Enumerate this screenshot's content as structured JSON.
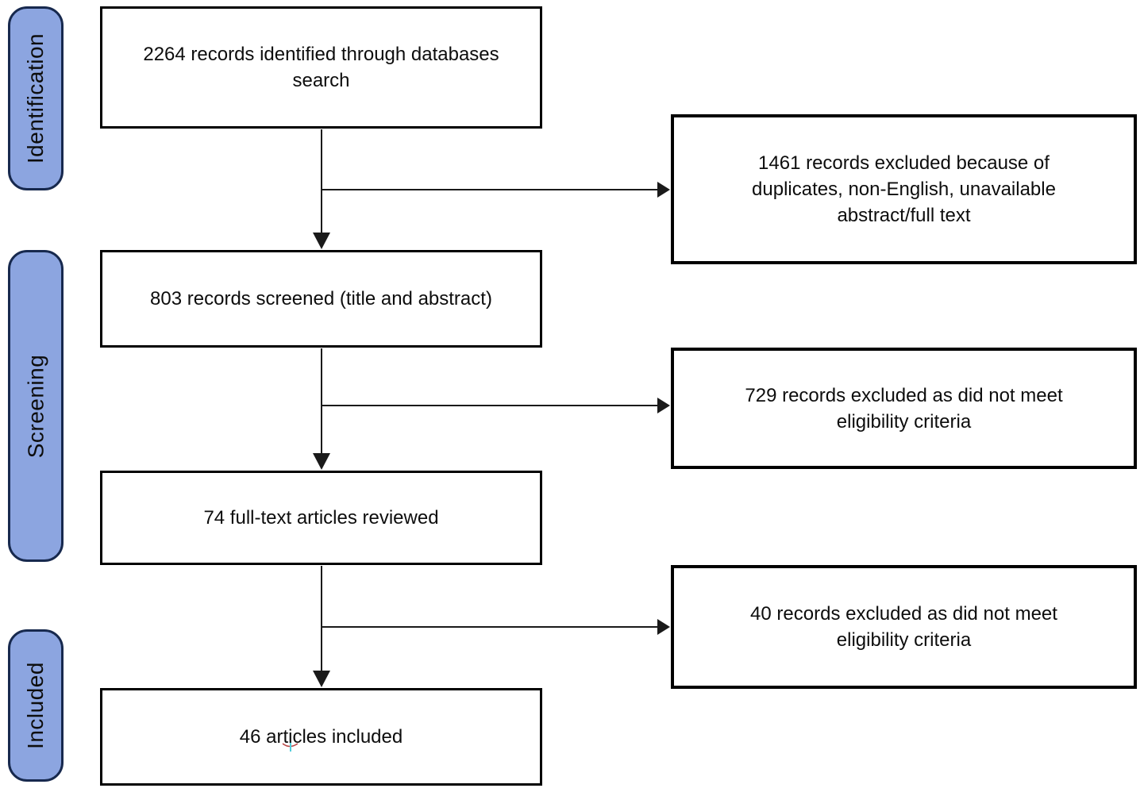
{
  "flow": {
    "stages": [
      {
        "label": "Identification"
      },
      {
        "label": "Screening"
      },
      {
        "label": "Included"
      }
    ],
    "main_boxes": [
      {
        "lines": [
          "2264 records identified through databases",
          "search"
        ]
      },
      {
        "lines": [
          "803 records screened (title and abstract)"
        ]
      },
      {
        "lines": [
          "74 full-text articles reviewed"
        ]
      },
      {
        "lines": [
          "46 articles included"
        ]
      }
    ],
    "exclusion_boxes": [
      {
        "lines": [
          "1461 records excluded because of",
          "duplicates, non-English, unavailable",
          "abstract/full text"
        ]
      },
      {
        "lines": [
          "729 records excluded as did not meet",
          "eligibility criteria"
        ]
      },
      {
        "lines": [
          "40 records excluded as did not meet",
          "eligibility criteria"
        ]
      }
    ],
    "colors": {
      "stage_fill": "#8CA5E0",
      "stage_border": "#17294E",
      "box_border": "#000000",
      "arrow": "#1A1A1A"
    }
  }
}
